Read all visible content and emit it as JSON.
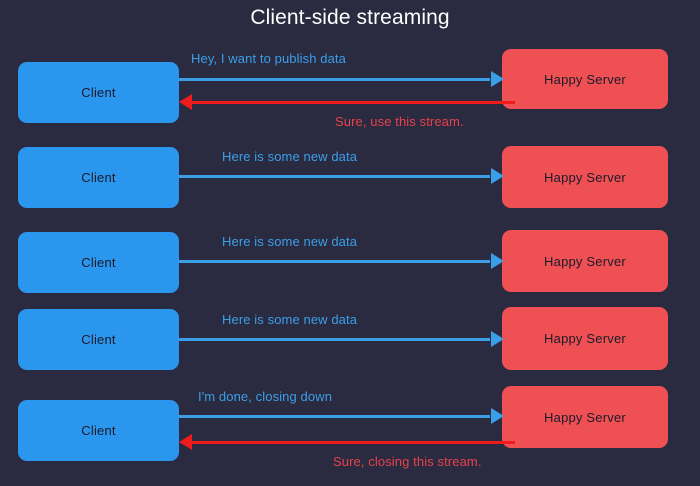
{
  "diagram": {
    "title": "Client-side streaming",
    "background_color": "#2a2a40",
    "client_label": "Client",
    "server_label": "Happy Server",
    "client_color": "#2b96ed",
    "server_color": "#ef5053",
    "request_arrow_color": "#3b9fe8",
    "response_arrow_color": "#f01b1b",
    "request_text_color": "#3b9fe8",
    "response_text_color": "#e8424a",
    "title_color": "#ffffff",
    "rows": [
      {
        "client": "Client",
        "server": "Happy Server",
        "request": "Hey, I want to publish data",
        "response": "Sure, use this stream."
      },
      {
        "client": "Client",
        "server": "Happy Server",
        "request": "Here is some new data",
        "response": ""
      },
      {
        "client": "Client",
        "server": "Happy Server",
        "request": "Here is some new data",
        "response": ""
      },
      {
        "client": "Client",
        "server": "Happy Server",
        "request": "Here is some new data",
        "response": ""
      },
      {
        "client": "Client",
        "server": "Happy Server",
        "request": "I'm done, closing down",
        "response": "Sure, closing this stream."
      }
    ]
  }
}
